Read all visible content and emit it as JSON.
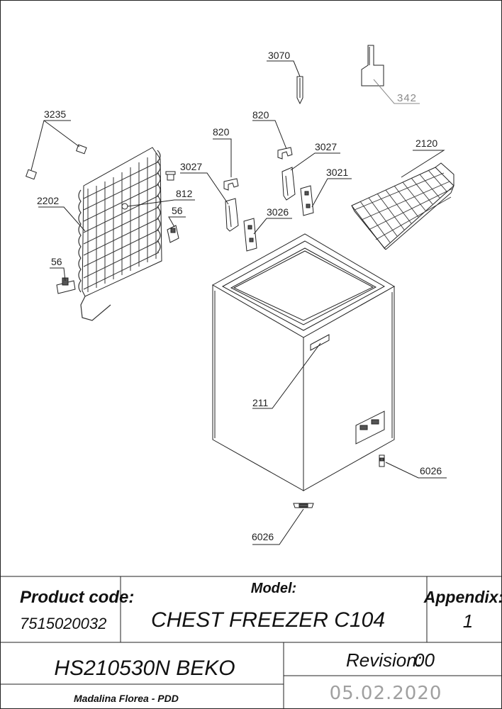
{
  "callouts": {
    "c3070": "3070",
    "c342": "342",
    "c3235": "3235",
    "c820a": "820",
    "c820b": "820",
    "c3027a": "3027",
    "c3027b": "3027",
    "c2120": "2120",
    "c3021": "3021",
    "c2202": "2202",
    "c812": "812",
    "c56a": "56",
    "c3026": "3026",
    "c56b": "56",
    "c211": "211",
    "c6026a": "6026",
    "c6026b": "6026"
  },
  "title_block": {
    "product_code_label": "Product code:",
    "product_code": "7515020032",
    "model_label": "Model:",
    "model": "CHEST FREEZER C104",
    "appendix_label": "Appendix:",
    "appendix": "1",
    "part_number": "HS210530N BEKO",
    "revision_label": "Revision:",
    "revision": "00",
    "author": "Madalina Florea - PDD",
    "date": "05.02.2020"
  }
}
